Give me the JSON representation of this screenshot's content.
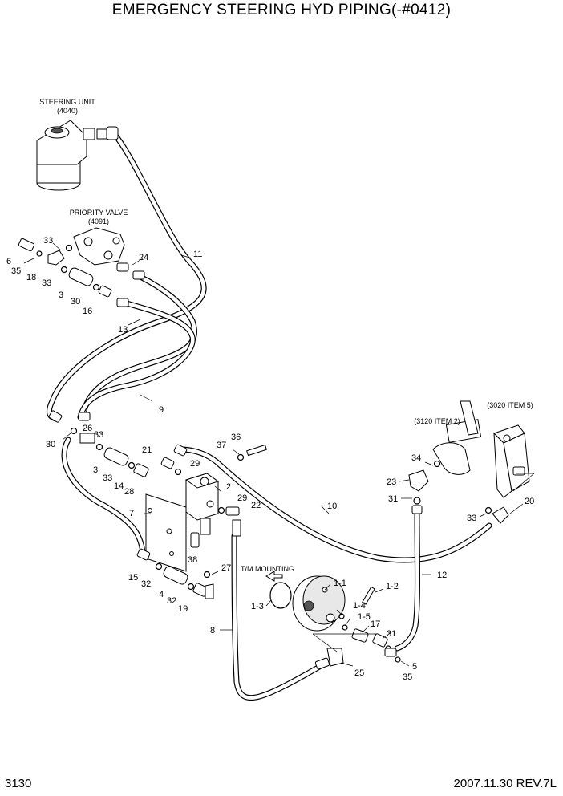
{
  "title": "EMERGENCY STEERING HYD PIPING(-#0412)",
  "page_number": "3130",
  "date_rev": "2007.11.30  REV.7L",
  "captions": {
    "steering_unit": "STEERING UNIT",
    "steering_unit_ref": "(4040)",
    "priority_valve": "PRIORITY VALVE",
    "priority_valve_ref": "(4091)",
    "item_3120": "(3120 ITEM 2)",
    "item_3020": "(3020 ITEM 5)",
    "tm_mounting": "T/M MOUNTING"
  },
  "part_labels": [
    "6",
    "35",
    "33",
    "18",
    "33",
    "3",
    "30",
    "16",
    "24",
    "11",
    "13",
    "9",
    "30",
    "26",
    "33",
    "3",
    "33",
    "14",
    "28",
    "21",
    "29",
    "37",
    "36",
    "2",
    "29",
    "22",
    "7",
    "38",
    "27",
    "15",
    "32",
    "4",
    "32",
    "19",
    "10",
    "8",
    "1-1",
    "1-2",
    "1-3",
    "1-4",
    "1-5",
    "17",
    "31",
    "25",
    "5",
    "35",
    "34",
    "23",
    "31",
    "12",
    "33",
    "20"
  ]
}
